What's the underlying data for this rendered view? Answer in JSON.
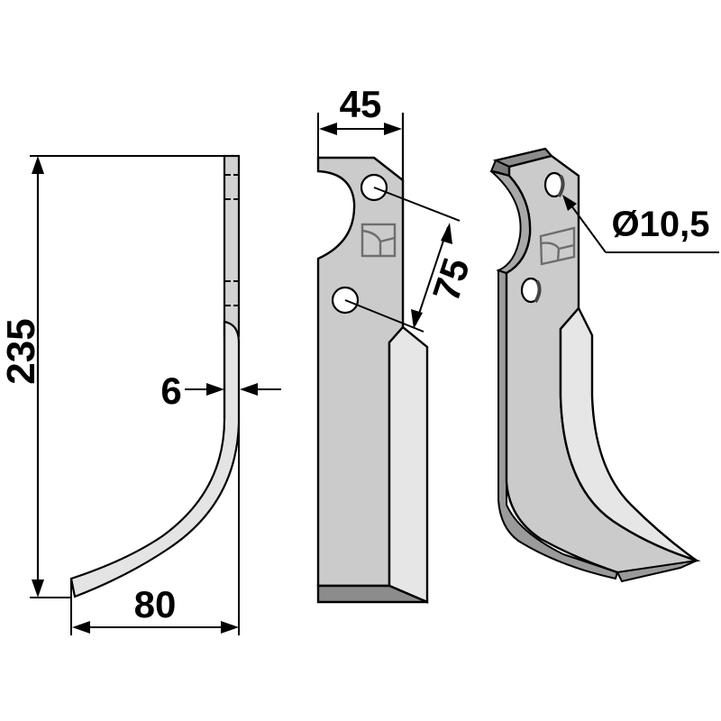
{
  "diagram": {
    "subject": "Tiller blade (rotavator tine) technical drawing",
    "views": [
      "side-profile",
      "front-flat",
      "perspective-3d"
    ],
    "dimensions": {
      "height": "235",
      "thickness": "6",
      "width_bottom": "80",
      "width_top": "45",
      "hole_spacing": "75",
      "hole_diameter": "Ø10,5"
    },
    "colors": {
      "outline": "#000000",
      "steel_face": "#c8c8c8",
      "steel_light": "#e2e2e2",
      "steel_dark": "#8a8a8a",
      "logo": "#6e6e6e",
      "background": "#ffffff"
    }
  }
}
